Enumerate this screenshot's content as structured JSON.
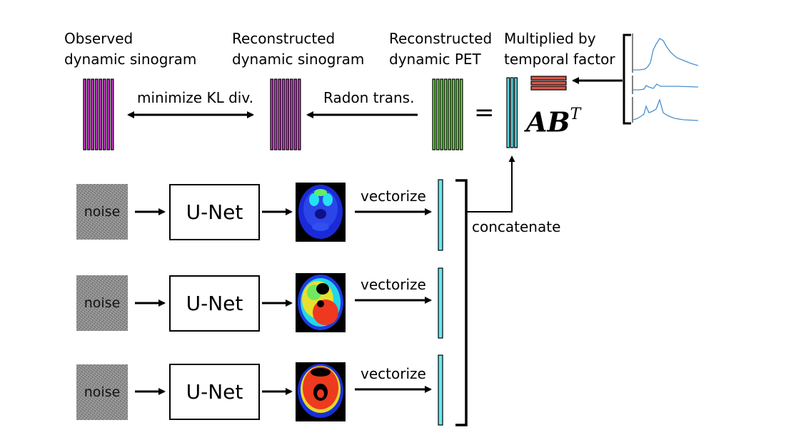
{
  "labels": {
    "observed": [
      "Observed",
      "dynamic sinogram"
    ],
    "recon_sino": [
      "Reconstructed",
      "dynamic sinogram"
    ],
    "recon_pet": [
      "Reconstructed",
      "dynamic PET"
    ],
    "multiplied": [
      "Multiplied by",
      "temporal factor"
    ],
    "minimize": "minimize KL div.",
    "radon": "Radon trans.",
    "equals": "=",
    "formula_base": "AB",
    "formula_sup": "T",
    "concatenate": "concatenate"
  },
  "rows": [
    {
      "noise": "noise",
      "net": "U-Net",
      "vectorize": "vectorize"
    },
    {
      "noise": "noise",
      "net": "U-Net",
      "vectorize": "vectorize"
    },
    {
      "noise": "noise",
      "net": "U-Net",
      "vectorize": "vectorize"
    }
  ],
  "colors": {
    "sinogram": "#cc33cc",
    "pet": "#66dd44",
    "spatial_factor": "#66e8f0",
    "temporal_factor": "#d9574a",
    "curve": "#4a90d0"
  }
}
